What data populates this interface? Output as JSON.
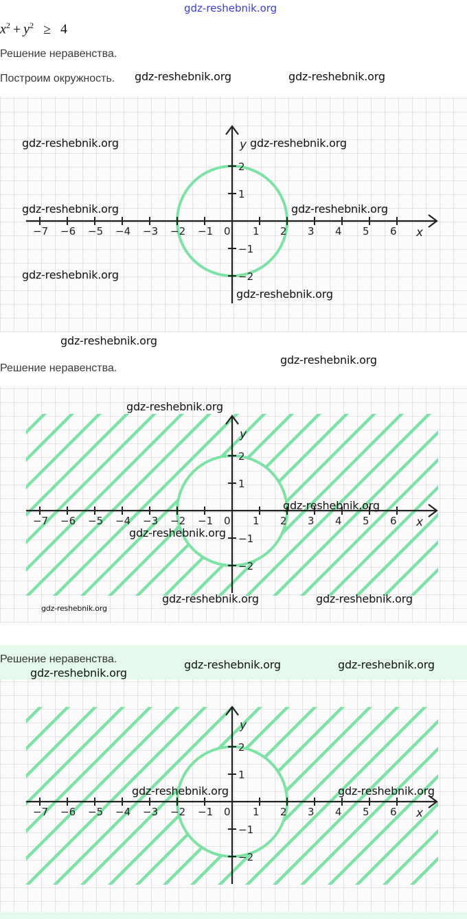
{
  "site_title": "gdz-reshebnik.org",
  "formula": {
    "x": "x",
    "y": "y",
    "exp": "2",
    "plus": "+",
    "op": "≥",
    "rhs": "4"
  },
  "texts": {
    "solution_1": "Решение неравенства.",
    "build_circle": "Построим окружность.",
    "solution_2": "Решение неравенства.",
    "solution_3": "Решение неравенства."
  },
  "graph": {
    "x_ticks": [
      "−7",
      "−6",
      "−5",
      "−4",
      "−3",
      "−2",
      "−1",
      "0",
      "1",
      "2",
      "3",
      "4",
      "5",
      "6"
    ],
    "y_ticks": [
      "2",
      "1",
      "−1",
      "−2"
    ],
    "x_label": "x",
    "y_label": "y",
    "circle_radius": 2,
    "circle_color": "#7ee2a6",
    "hatch_color": "#7ee2a6",
    "axis_color": "#222222"
  },
  "watermarks": {
    "w1": "gdz-reshebnik.org",
    "w2": "gdz-reshebnik.org",
    "w3": "gdz-reshebnik.org",
    "w4": "gdz-reshebnik.org",
    "w5": "gdz-reshebnik.org",
    "w6": "gdz-reshebnik.org",
    "w7": "gdz-reshebnik.org",
    "w8": "gdz-reshebnik.org",
    "w9": "gdz-reshebnik.org",
    "w10": "gdz-reshebnik.org",
    "w11": "gdz-reshebnik.org",
    "w12": "gdz-reshebnik.org",
    "w13": "gdz-reshebnik.org",
    "w14": "gdz-reshebnik.org",
    "w15": "gdz-reshebnik.org",
    "w16": "gdz-reshebnik.org",
    "w17": "gdz-reshebnik.org",
    "w18": "gdz-reshebnik.org",
    "w19": "gdz-reshebnik.org",
    "w20": "gdz-reshebnik.org"
  }
}
